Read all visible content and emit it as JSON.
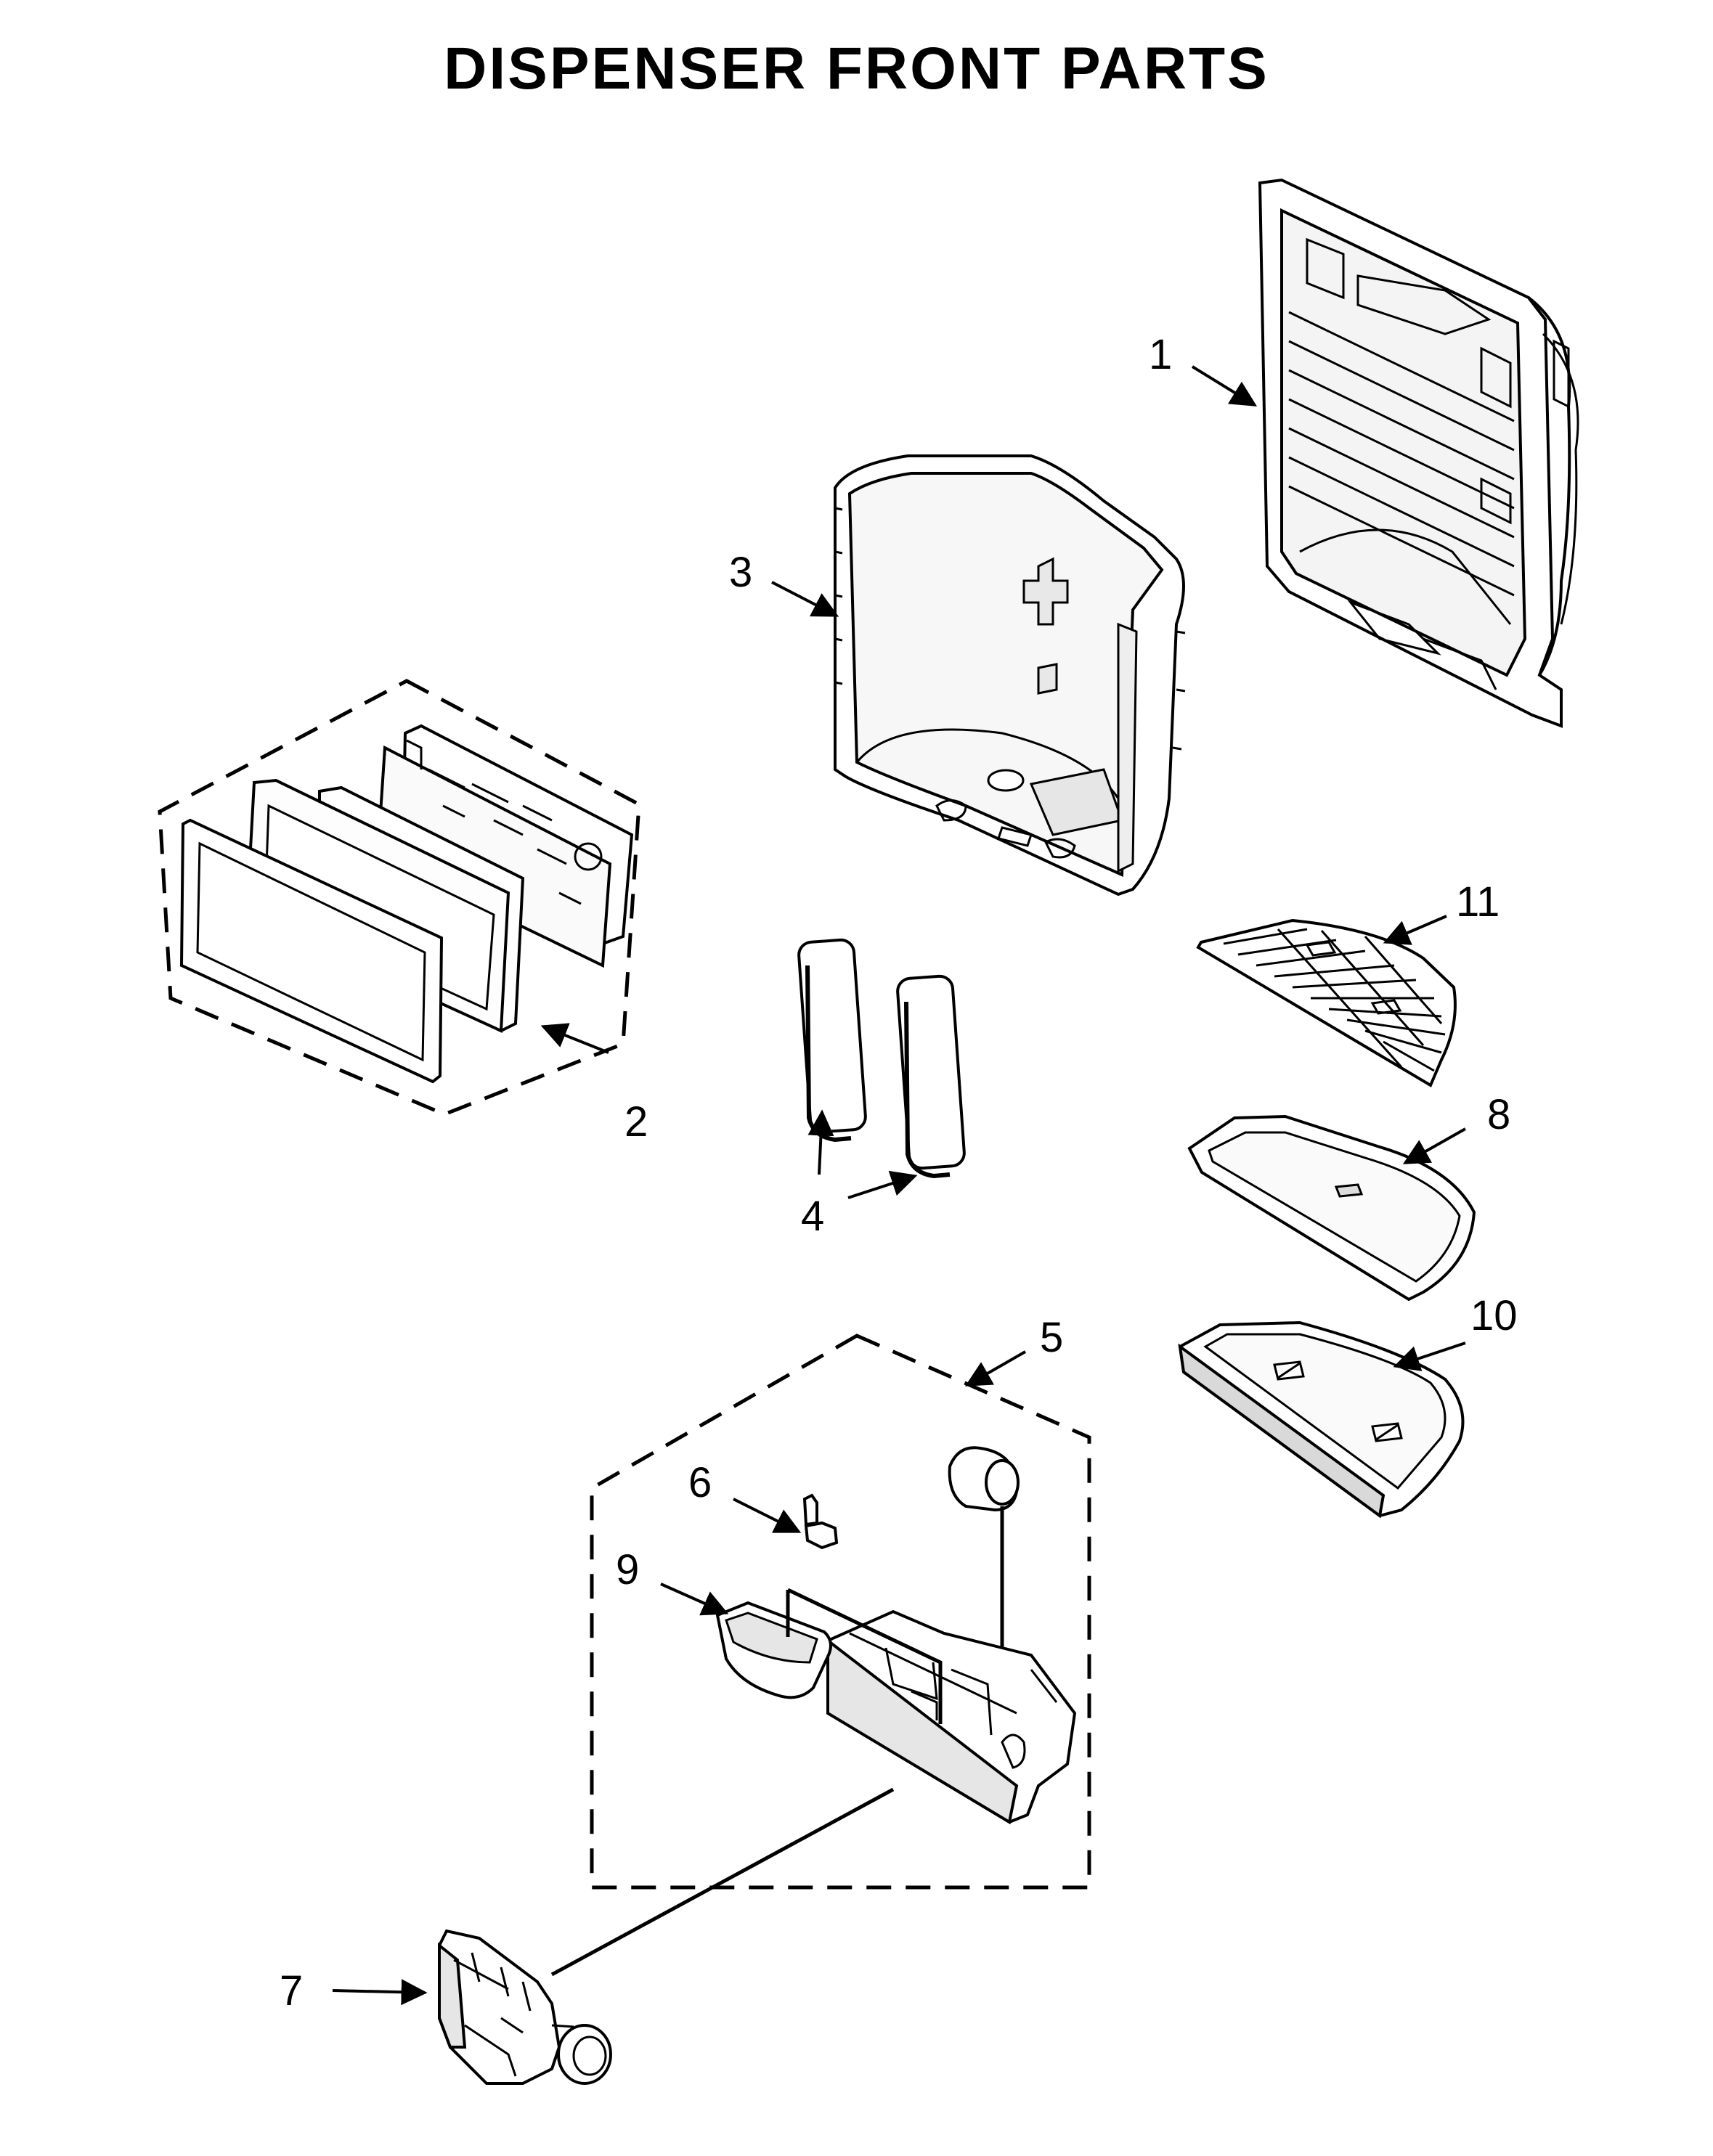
{
  "diagram": {
    "title": "DISPENSER FRONT PARTS",
    "callouts": [
      {
        "id": "1",
        "label": "1"
      },
      {
        "id": "2",
        "label": "2"
      },
      {
        "id": "3",
        "label": "3"
      },
      {
        "id": "4",
        "label": "4"
      },
      {
        "id": "5",
        "label": "5"
      },
      {
        "id": "6",
        "label": "6"
      },
      {
        "id": "7",
        "label": "7"
      },
      {
        "id": "8",
        "label": "8"
      },
      {
        "id": "9",
        "label": "9"
      },
      {
        "id": "10",
        "label": "10"
      },
      {
        "id": "11",
        "label": "11"
      }
    ]
  },
  "colors": {
    "line": "#000000",
    "part_fill": "#ffffff",
    "shade": "#d9d9d9"
  }
}
